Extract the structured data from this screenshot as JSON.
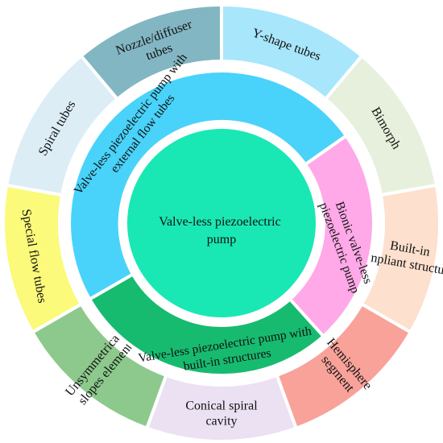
{
  "center": {
    "lines": [
      "Valve-less piezoelectric",
      "pump"
    ],
    "color": "#19e8b4"
  },
  "inner_ring": [
    {
      "id": "external-flow-tubes",
      "lines": [
        "Valve-less piezoelectric pump with",
        "external flow tubes"
      ],
      "color": "#49d3fa"
    },
    {
      "id": "bionic",
      "lines": [
        "Bionic valve-less",
        "piezoelectric pump"
      ],
      "color": "#ffa9e8"
    },
    {
      "id": "built-in-structures",
      "lines": [
        "Valve-less piezoelectric pump with",
        "built-in structures"
      ],
      "color": "#17bb70"
    }
  ],
  "outer_ring": [
    {
      "id": "y-shape-tubes",
      "lines": [
        "Y-shape tubes"
      ],
      "color": "#a8e6fb"
    },
    {
      "id": "bimorph",
      "lines": [
        "Bimorph"
      ],
      "color": "#e7f0dc"
    },
    {
      "id": "built-in-compliant-structures",
      "lines": [
        "Built-in",
        "compliant structures"
      ],
      "color": "#fde0cd"
    },
    {
      "id": "hemisphere-segment",
      "lines": [
        "Hemisphere",
        "segment"
      ],
      "color": "#f8a29a"
    },
    {
      "id": "conical-spiral-cavity",
      "lines": [
        "Conical spiral",
        "cavity"
      ],
      "color": "#ebe1f2"
    },
    {
      "id": "unsymmetrical-slopes-element",
      "lines": [
        "Unsymmetrical",
        "slopes element"
      ],
      "color": "#8dc98d"
    },
    {
      "id": "special-flow-tubes",
      "lines": [
        "Special flow tubes"
      ],
      "color": "#fbfa7a"
    },
    {
      "id": "spiral-tubes",
      "lines": [
        "Spiral tubes"
      ],
      "color": "#dcedf6"
    },
    {
      "id": "nozzle-diffuser-tubes",
      "lines": [
        "Nozzle/diffuser",
        "tubes"
      ],
      "color": "#82b6c3"
    }
  ]
}
